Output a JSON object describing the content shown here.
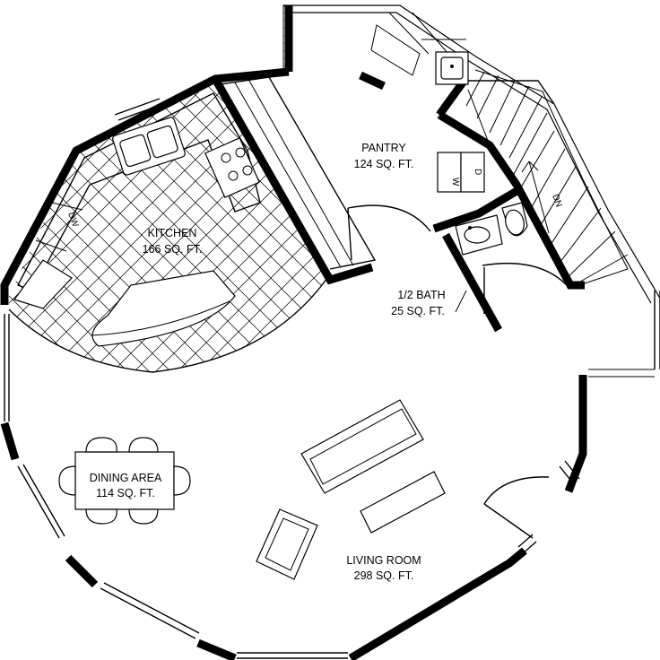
{
  "rooms": {
    "kitchen": {
      "name": "KITCHEN",
      "area": "166 SQ. FT."
    },
    "pantry": {
      "name": "PANTRY",
      "area": "124 SQ. FT."
    },
    "half_bath": {
      "name": "1/2 BATH",
      "area": "25 SQ. FT."
    },
    "dining": {
      "name": "DINING AREA",
      "area": "114 SQ. FT."
    },
    "living": {
      "name": "LIVING ROOM",
      "area": "298 SQ. FT."
    }
  },
  "fixtures": {
    "dishwasher": "DW",
    "washer": "W",
    "dryer": "D",
    "stairs_direction": "DN"
  }
}
